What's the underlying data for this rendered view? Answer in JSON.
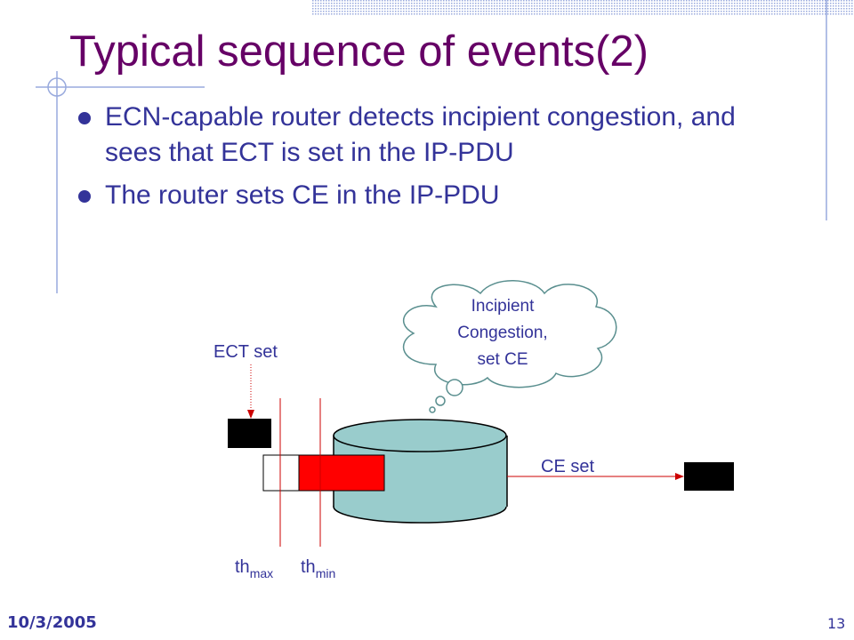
{
  "slide": {
    "title": "Typical sequence of events(2)",
    "bullets": [
      "ECN-capable router detects incipient congestion, and sees that ECT is set in the IP-PDU",
      "The router sets CE in the IP-PDU"
    ]
  },
  "diagram": {
    "thought_bubble": [
      "Incipient",
      "Congestion,",
      "set CE"
    ],
    "ect_label": "ECT set",
    "ce_label": "CE set",
    "th_max": {
      "base": "th",
      "sub": "max"
    },
    "th_min": {
      "base": "th",
      "sub": "min"
    }
  },
  "footer": {
    "date": "10/3/2005",
    "slide_number": "13"
  },
  "colors": {
    "title": "#660066",
    "text": "#333399",
    "queue": "#99CCCC",
    "packet_marked": "#FF0000",
    "threshold_line": "#CC0000",
    "packet": "#000000"
  }
}
